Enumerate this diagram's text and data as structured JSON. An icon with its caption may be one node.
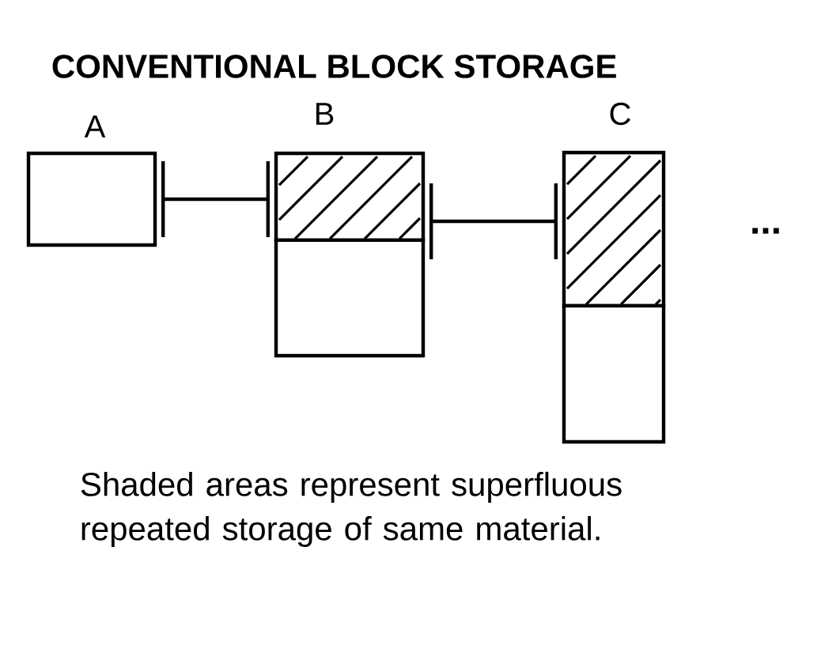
{
  "diagram": {
    "title": "CONVENTIONAL BLOCK STORAGE",
    "nodes": [
      {
        "text": [
          "A"
        ]
      },
      {
        "text": [
          "B"
        ]
      },
      {
        "text": [
          "C"
        ]
      }
    ],
    "edges": [
      {
        "from": 0,
        "to": 1,
        "arrow": "none"
      },
      {
        "from": 1,
        "to": 2,
        "arrow": "none"
      }
    ],
    "labels": [
      "...",
      "Shaded areas represent superfluous repeated storage of same material."
    ]
  }
}
